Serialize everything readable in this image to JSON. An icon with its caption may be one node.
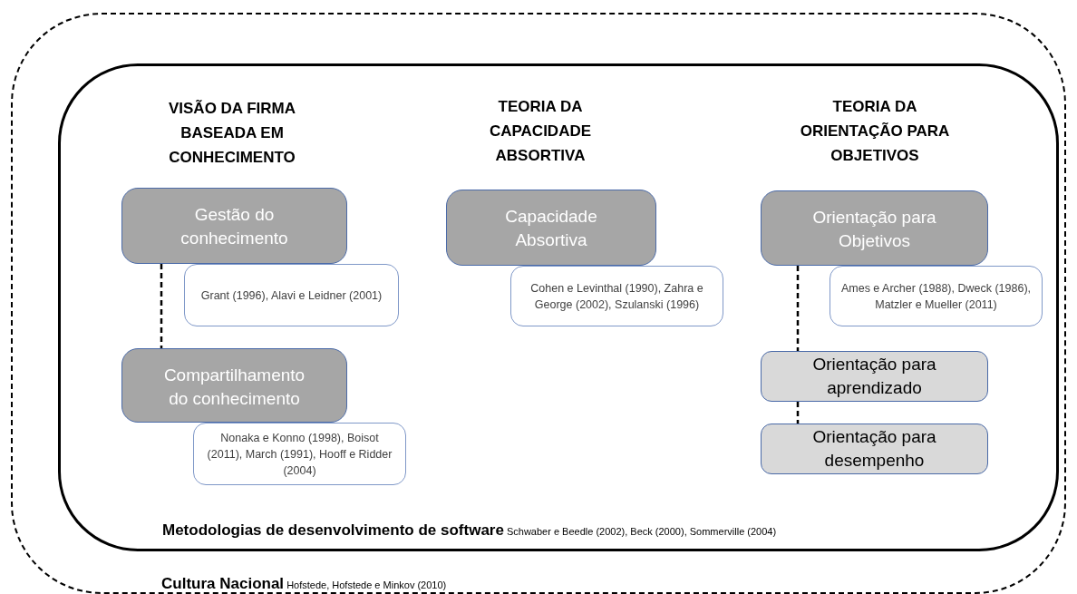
{
  "diagram": {
    "nodes": [
      {
        "text": [
          "**Cultura Nacional** Hofstede, Hofstede e Minkov (2010)"
        ]
      },
      {
        "text": [
          "**Metodologias de desenvolvimento de software** Schwaber e Beedle (2002), Beck (2000), Sommerville (2004)"
        ],
        "in": 0
      },
      {
        "text": [
          "Gestão do conhecimento"
        ],
        "in": 1
      },
      {
        "text": [
          "Grant (1996), Alavi e Leidner (2001)"
        ],
        "in": 1
      },
      {
        "text": [
          "Compartilhamento do conhecimento"
        ],
        "in": 1
      },
      {
        "text": [
          "Nonaka e Konno (1998), Boisot (2011), March (1991), Hooff e Ridder (2004)"
        ],
        "in": 1
      },
      {
        "text": [
          "Capacidade Absortiva"
        ],
        "in": 1
      },
      {
        "text": [
          "Cohen e Levinthal (1990), Zahra e George (2002), Szulanski (1996)"
        ],
        "in": 1
      },
      {
        "text": [
          "Orientação para Objetivos"
        ],
        "in": 1
      },
      {
        "text": [
          "Ames e Archer (1988), Dweck (1986), Matzler e Mueller (2011)"
        ],
        "in": 1
      },
      {
        "text": [
          "Orientação para aprendizado"
        ],
        "in": 1
      },
      {
        "text": [
          "Orientação para desempenho"
        ],
        "in": 1
      }
    ],
    "edges": [
      {
        "from": 2,
        "to": 4,
        "arrow": "none",
        "style": "dashed"
      },
      {
        "from": 8,
        "to": 10,
        "arrow": "none",
        "style": "dashed"
      },
      {
        "from": 10,
        "to": 11,
        "arrow": "none",
        "style": "dashed"
      }
    ],
    "labels": [
      "VISÃO DA FIRMA BASEADA EM CONHECIMENTO",
      "TEORIA DA CAPACIDADE ABSORTIVA",
      "TEORIA DA ORIENTAÇÃO PARA OBJETIVOS"
    ]
  }
}
